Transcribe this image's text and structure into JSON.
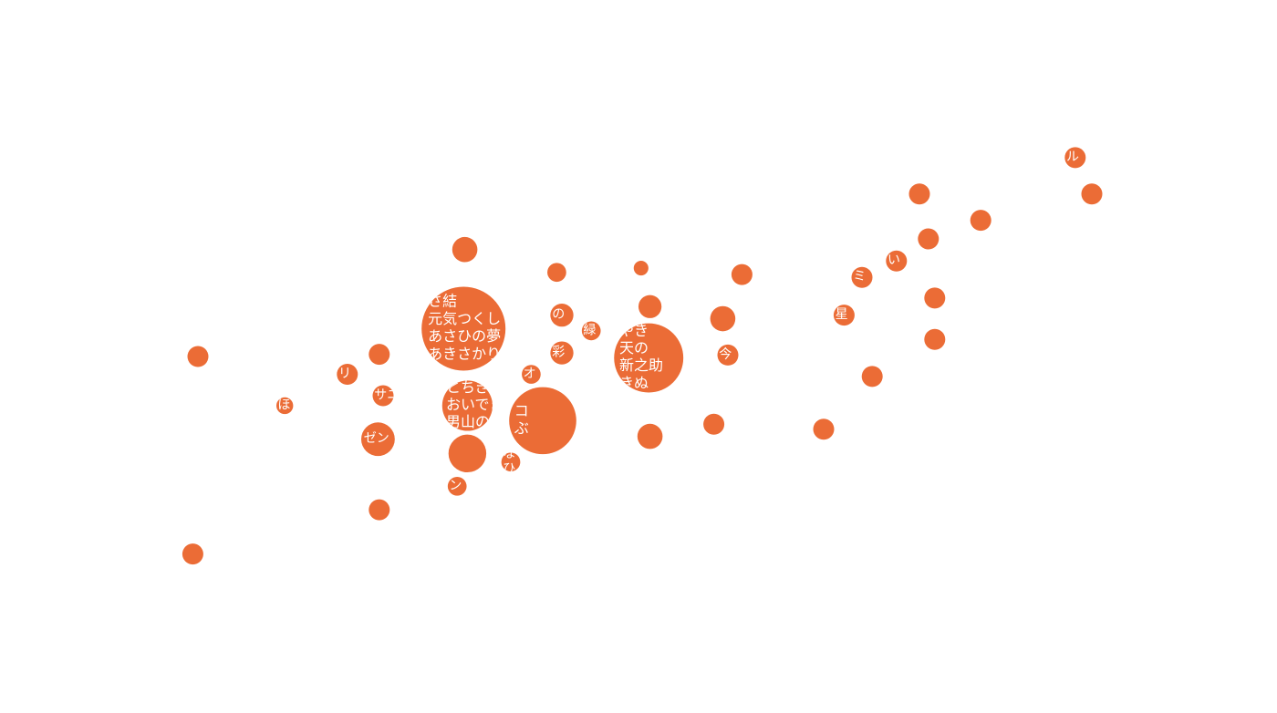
{
  "colors": {
    "accent": "#eb6c36",
    "label": "#ffffff",
    "background": "#ffffff"
  },
  "chart_data": {
    "type": "scatter",
    "title": "",
    "xlabel": "",
    "ylabel": "",
    "xlim": [
      0,
      100
    ],
    "ylim": [
      0,
      100
    ],
    "grid": false,
    "legend": "none",
    "points": [
      {
        "x": 15.5,
        "y": 50.0,
        "r": 1,
        "labels": []
      },
      {
        "x": 15.1,
        "y": 22.3,
        "r": 1,
        "labels": []
      },
      {
        "x": 22.3,
        "y": 43.1,
        "r": 0.8,
        "labels": [
          "ほ"
        ]
      },
      {
        "x": 27.2,
        "y": 47.5,
        "r": 1,
        "labels": [
          "リ"
        ]
      },
      {
        "x": 29.7,
        "y": 50.3,
        "r": 1,
        "labels": []
      },
      {
        "x": 30.0,
        "y": 44.5,
        "r": 1,
        "labels": [
          "サニ"
        ]
      },
      {
        "x": 29.6,
        "y": 38.4,
        "r": 1.6,
        "labels": [
          "ゼン"
        ]
      },
      {
        "x": 29.7,
        "y": 28.5,
        "r": 1,
        "labels": []
      },
      {
        "x": 36.4,
        "y": 65.0,
        "r": 1.2,
        "labels": []
      },
      {
        "x": 36.3,
        "y": 53.9,
        "r": 4,
        "labels": [
          "さ結",
          "元気つくし",
          "あさひの夢",
          "あきさかり"
        ]
      },
      {
        "x": 36.6,
        "y": 43.1,
        "r": 2.4,
        "labels": [
          "とちぎの",
          "おいでま",
          "男山の"
        ]
      },
      {
        "x": 36.6,
        "y": 36.4,
        "r": 1.8,
        "labels": []
      },
      {
        "x": 35.8,
        "y": 31.8,
        "r": 0.9,
        "labels": [
          "ン"
        ]
      },
      {
        "x": 40.0,
        "y": 35.2,
        "r": 0.9,
        "labels": [
          "な",
          "ひ"
        ]
      },
      {
        "x": 41.6,
        "y": 47.5,
        "r": 0.9,
        "labels": [
          "オ"
        ]
      },
      {
        "x": 42.5,
        "y": 41.0,
        "r": 3.2,
        "labels": [
          "コ",
          "ぶ"
        ]
      },
      {
        "x": 43.6,
        "y": 61.8,
        "r": 0.9,
        "labels": []
      },
      {
        "x": 44.0,
        "y": 55.8,
        "r": 1.1,
        "labels": [
          "の"
        ]
      },
      {
        "x": 44.0,
        "y": 50.5,
        "r": 1.1,
        "labels": [
          "彩"
        ]
      },
      {
        "x": 46.3,
        "y": 53.6,
        "r": 0.9,
        "labels": [
          "緑"
        ]
      },
      {
        "x": 50.2,
        "y": 62.4,
        "r": 0.7,
        "labels": []
      },
      {
        "x": 50.9,
        "y": 57.0,
        "r": 1.1,
        "labels": []
      },
      {
        "x": 50.8,
        "y": 49.8,
        "r": 3.3,
        "labels": [
          "やき",
          "天の",
          "新之助",
          "きぬ"
        ]
      },
      {
        "x": 50.9,
        "y": 38.8,
        "r": 1.2,
        "labels": []
      },
      {
        "x": 56.6,
        "y": 55.3,
        "r": 1.2,
        "labels": []
      },
      {
        "x": 57.0,
        "y": 50.2,
        "r": 1,
        "labels": [
          "今"
        ]
      },
      {
        "x": 58.1,
        "y": 61.5,
        "r": 1,
        "labels": []
      },
      {
        "x": 55.9,
        "y": 40.5,
        "r": 1,
        "labels": []
      },
      {
        "x": 64.5,
        "y": 39.8,
        "r": 1,
        "labels": []
      },
      {
        "x": 66.1,
        "y": 55.8,
        "r": 1,
        "labels": [
          "星"
        ]
      },
      {
        "x": 67.5,
        "y": 61.1,
        "r": 1,
        "labels": [
          "ミ"
        ]
      },
      {
        "x": 68.3,
        "y": 47.2,
        "r": 1,
        "labels": []
      },
      {
        "x": 70.2,
        "y": 63.4,
        "r": 1,
        "labels": [
          "い"
        ]
      },
      {
        "x": 72.0,
        "y": 72.8,
        "r": 1,
        "labels": []
      },
      {
        "x": 72.7,
        "y": 66.5,
        "r": 1,
        "labels": []
      },
      {
        "x": 73.2,
        "y": 58.2,
        "r": 1,
        "labels": []
      },
      {
        "x": 73.2,
        "y": 52.4,
        "r": 1,
        "labels": []
      },
      {
        "x": 76.8,
        "y": 69.1,
        "r": 1,
        "labels": []
      },
      {
        "x": 84.2,
        "y": 77.9,
        "r": 1,
        "labels": [
          "ル"
        ]
      },
      {
        "x": 85.5,
        "y": 72.8,
        "r": 1,
        "labels": []
      }
    ]
  }
}
